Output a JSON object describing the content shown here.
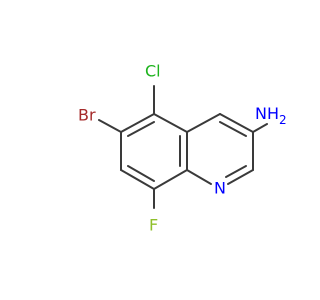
{
  "molecule": {
    "atoms": [
      {
        "id": "Br",
        "label": "Br",
        "color": "#a52a2a"
      },
      {
        "id": "Cl",
        "label": "Cl",
        "color": "#1db31d"
      },
      {
        "id": "NH2",
        "label": "NH",
        "subscript": "2",
        "color": "#0000ff"
      },
      {
        "id": "N_ring",
        "label": "N",
        "color": "#0000ff"
      },
      {
        "id": "F",
        "label": "F",
        "color": "#8fbf2a"
      }
    ],
    "bond_color": "#3a3a3a"
  }
}
